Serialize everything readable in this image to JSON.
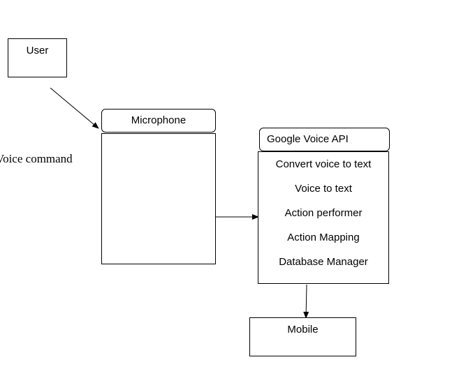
{
  "nodes": {
    "user": "User",
    "microphone": "Microphone",
    "google_voice_api": "Google Voice API",
    "mobile": "Mobile"
  },
  "api_functions": [
    "Convert voice to text",
    "Voice to text",
    "Action performer",
    "Action Mapping",
    "Database Manager"
  ],
  "edge_label": "Voice command"
}
